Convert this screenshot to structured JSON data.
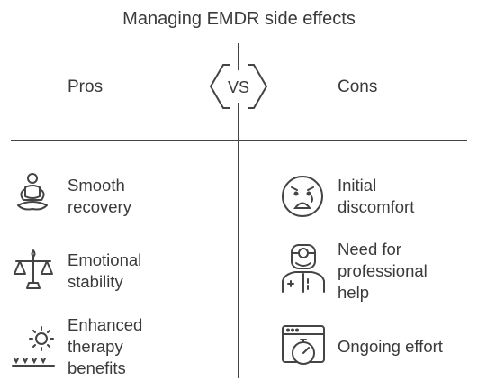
{
  "title": "Managing EMDR side effects",
  "vs_label": "VS",
  "pros": {
    "heading": "Pros",
    "items": [
      {
        "label": "Smooth\nrecovery",
        "icon": "meditation-icon"
      },
      {
        "label": "Emotional\nstability",
        "icon": "balance-scale-icon"
      },
      {
        "label": "Enhanced\ntherapy\nbenefits",
        "icon": "sun-growth-icon"
      }
    ]
  },
  "cons": {
    "heading": "Cons",
    "items": [
      {
        "label": "Initial\ndiscomfort",
        "icon": "worried-face-icon"
      },
      {
        "label": "Need for\nprofessional\nhelp",
        "icon": "doctor-icon"
      },
      {
        "label": "Ongoing effort",
        "icon": "stopwatch-window-icon"
      }
    ]
  },
  "colors": {
    "line": "#444444",
    "text": "#3a3a3a"
  }
}
